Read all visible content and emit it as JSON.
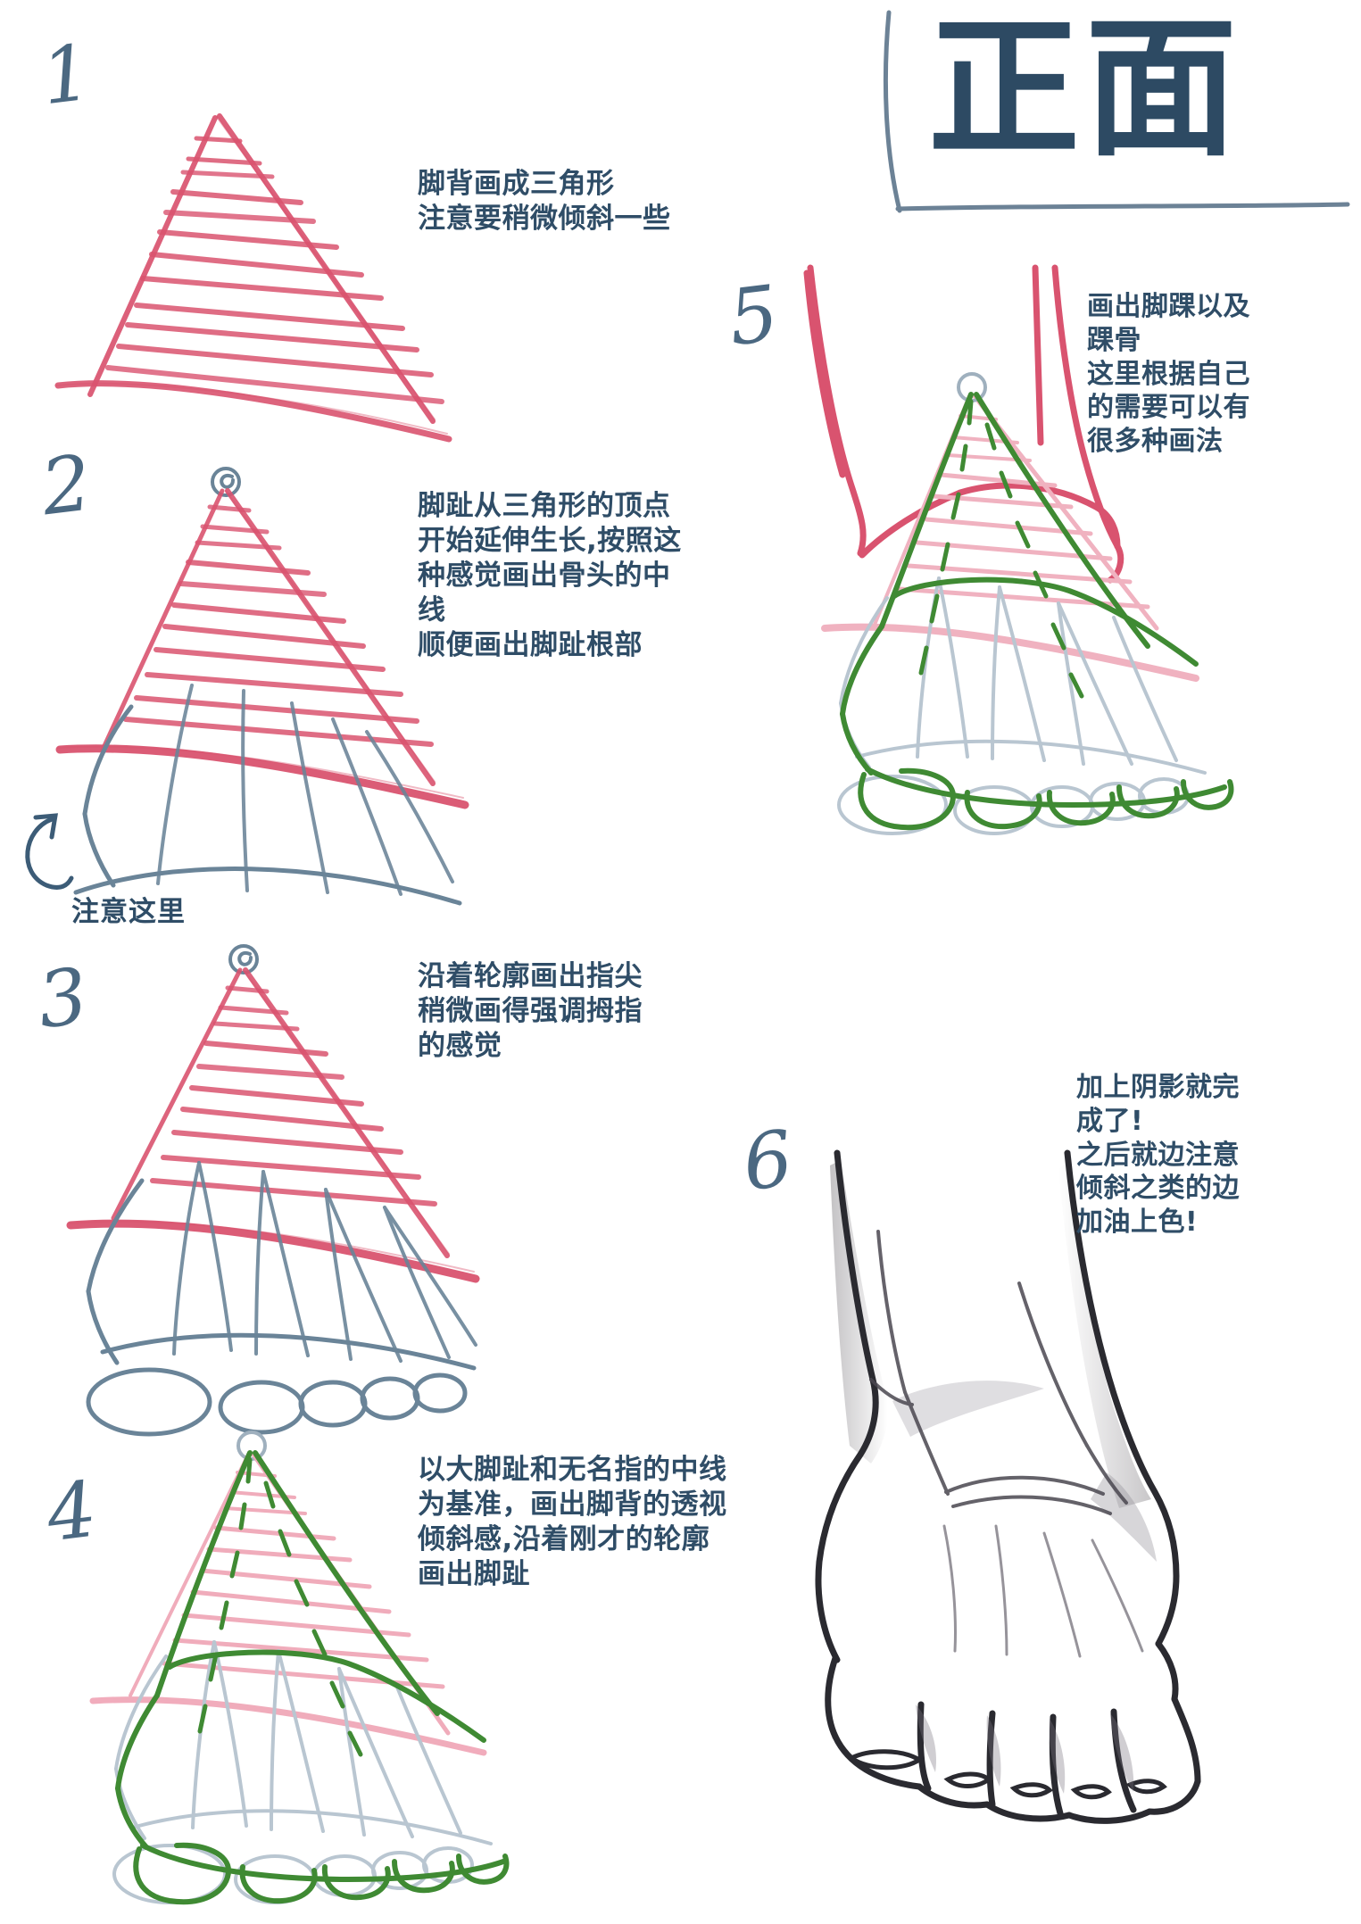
{
  "title": {
    "text": "正面",
    "frame_color": "#6c8296",
    "text_color": "#2d4a63"
  },
  "colors": {
    "ink_blue": "#2f4d67",
    "pencil_blue": "#6a8498",
    "pink": "#d9536f",
    "pink_faded": "#f0a8b8",
    "green": "#3f8a33",
    "graphite": "#3b3b42"
  },
  "steps": [
    {
      "number": "1",
      "caption": "脚背画成三角形\n注意要稍微倾斜一些"
    },
    {
      "number": "2",
      "caption": "脚趾从三角形的顶点\n开始延伸生长,按照这\n种感觉画出骨头的中\n线\n顺便画出脚趾根部",
      "annotation": "注意这里"
    },
    {
      "number": "3",
      "caption": "沿着轮廓画出指尖\n稍微画得强调拇指\n的感觉"
    },
    {
      "number": "4",
      "caption": "以大脚趾和无名指的中线\n为基准，画出脚背的透视\n倾斜感,沿着刚才的轮廓\n画出脚趾"
    },
    {
      "number": "5",
      "caption": "画出脚踝以及\n踝骨\n这里根据自己\n的需要可以有\n很多种画法"
    },
    {
      "number": "6",
      "caption": "加上阴影就完\n成了!\n之后就边注意\n倾斜之类的边\n加油上色!"
    }
  ]
}
